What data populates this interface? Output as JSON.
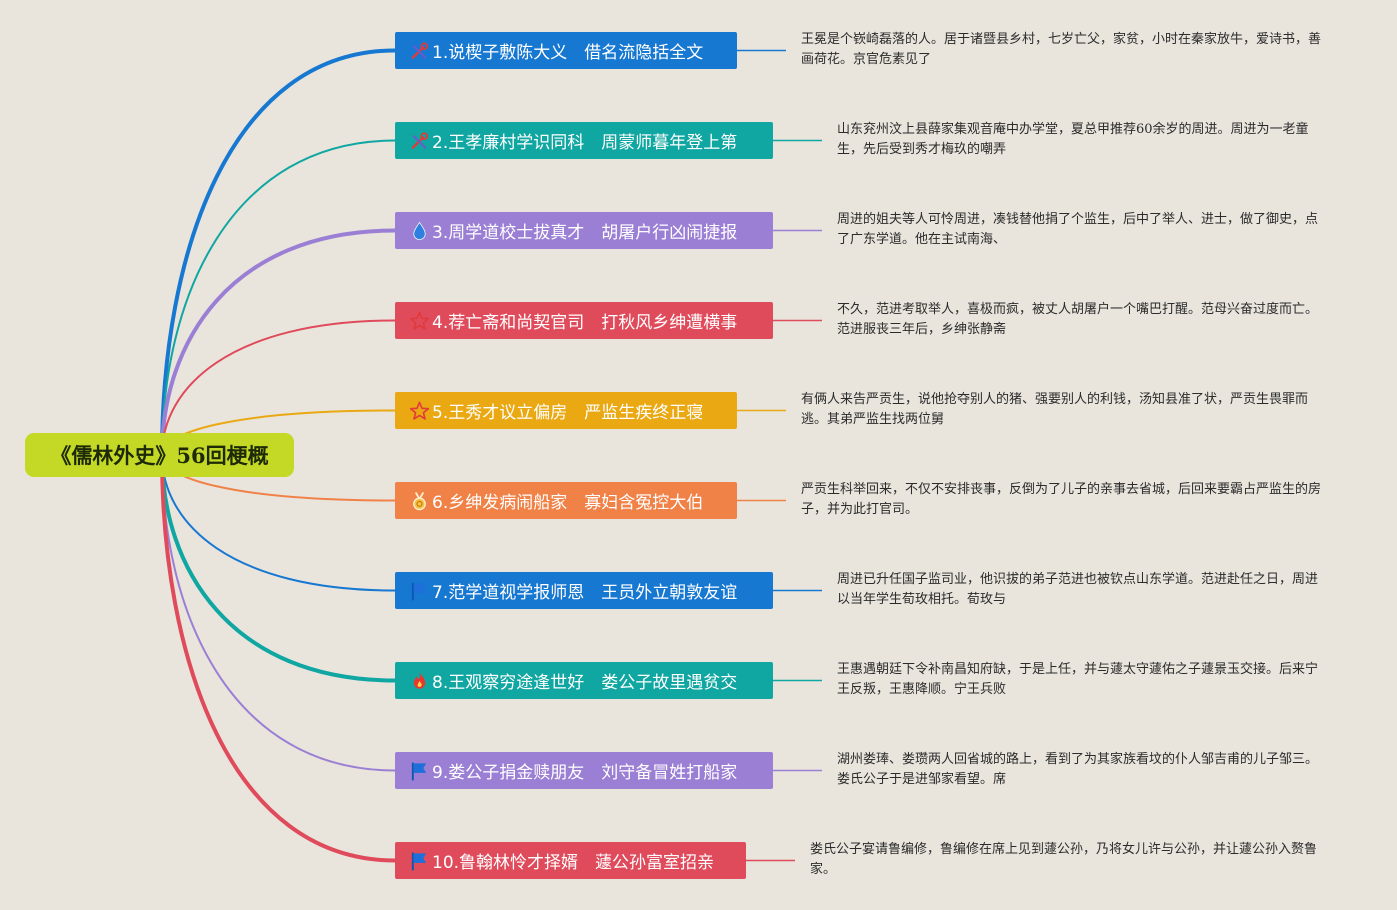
{
  "root": {
    "title": "《儒林外史》56回梗概",
    "color": "#c4d925"
  },
  "chapters": [
    {
      "label": "1.说楔子敷陈大义　借名流隐括全文",
      "icon": "tools-icon",
      "color": "#1778d1",
      "summary": "王冕是个嵚崎磊落的人。居于诸暨县乡村，七岁亡父，家贫，小时在秦家放牛，爱诗书，善画荷花。京官危素见了"
    },
    {
      "label": "2.王孝廉村学识同科　周蒙师暮年登上第",
      "icon": "tools-icon",
      "color": "#10a6a2",
      "summary": "山东兖州汶上县薛家集观音庵中办学堂，夏总甲推荐60余岁的周进。周进为一老童生，先后受到秀才梅玖的嘲弄"
    },
    {
      "label": "3.周学道校士拔真才　胡屠户行凶闹捷报",
      "icon": "water-drop-icon",
      "color": "#9b7fd4",
      "summary": "周进的姐夫等人可怜周进，凑钱替他捐了个监生，后中了举人、进士，做了御史，点了广东学道。他在主试南海、"
    },
    {
      "label": "4.荐亡斋和尚契官司　打秋风乡绅遭横事",
      "icon": "star-outline-icon",
      "color": "#e04b5c",
      "summary": "不久，范进考取举人，喜极而疯，被丈人胡屠户一个嘴巴打醒。范母兴奋过度而亡。范进服丧三年后，乡绅张静斋"
    },
    {
      "label": "5.王秀才议立偏房　严监生疾终正寝",
      "icon": "star-outline-icon",
      "color": "#eaa812",
      "summary": "有俩人来告严贡生，说他抢夺别人的猪、强要别人的利钱，汤知县准了状，严贡生畏罪而逃。其弟严监生找两位舅"
    },
    {
      "label": "6.乡绅发病闹船家　寡妇含冤控大伯",
      "icon": "medal-icon",
      "color": "#f08247",
      "summary": "严贡生科举回来，不仅不安排丧事，反倒为了儿子的亲事去省城，后回来要霸占严监生的房子，并为此打官司。"
    },
    {
      "label": "7.范学道视学报师恩　王员外立朝敦友谊",
      "icon": "flag-icon",
      "color": "#1778d1",
      "summary": "周进已升任国子监司业，他识拔的弟子范进也被钦点山东学道。范进赴任之日，周进以当年学生荀玫相托。荀玫与"
    },
    {
      "label": "8.王观察穷途逢世好　娄公子故里遇贫交",
      "icon": "fire-icon",
      "color": "#10a6a2",
      "summary": "王惠遇朝廷下令补南昌知府缺，于是上任，并与蘧太守蘧佑之子蘧景玉交接。后来宁王反叛，王惠降顺。宁王兵败"
    },
    {
      "label": "9.娄公子捐金赎朋友　刘守备冒姓打船家",
      "icon": "flag-icon",
      "color": "#9b7fd4",
      "summary": "湖州娄琫、娄瓒两人回省城的路上，看到了为其家族看坟的仆人邹吉甫的儿子邹三。娄氏公子于是进邹家看望。席"
    },
    {
      "label": "10.鲁翰林怜才择婿　蘧公孙富室招亲",
      "icon": "flag-icon",
      "color": "#e04b5c",
      "summary": "娄氏公子宴请鲁编修，鲁编修在席上见到蘧公孙，乃将女儿许与公孙，并让蘧公孙入赘鲁家。"
    }
  ]
}
